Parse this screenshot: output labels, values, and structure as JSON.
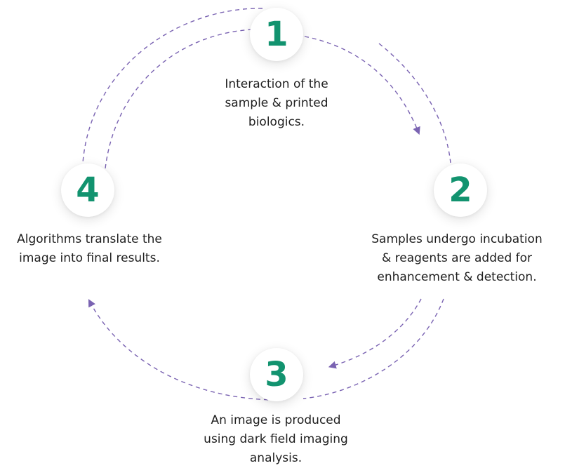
{
  "colors": {
    "accent_number": "#12936f",
    "flow_line": "#7a63b2",
    "text": "#1f1f1f",
    "badge_background": "#ffffff"
  },
  "steps": [
    {
      "number": "1",
      "lines": [
        "Interaction of the",
        "sample & printed",
        "biologics."
      ]
    },
    {
      "number": "2",
      "lines": [
        "Samples undergo incubation",
        "& reagents are added for",
        "enhancement & detection."
      ]
    },
    {
      "number": "3",
      "lines": [
        "An image is produced",
        "using dark field imaging",
        "analysis."
      ]
    },
    {
      "number": "4",
      "lines": [
        "Algorithms translate the",
        "image into final results."
      ]
    }
  ]
}
